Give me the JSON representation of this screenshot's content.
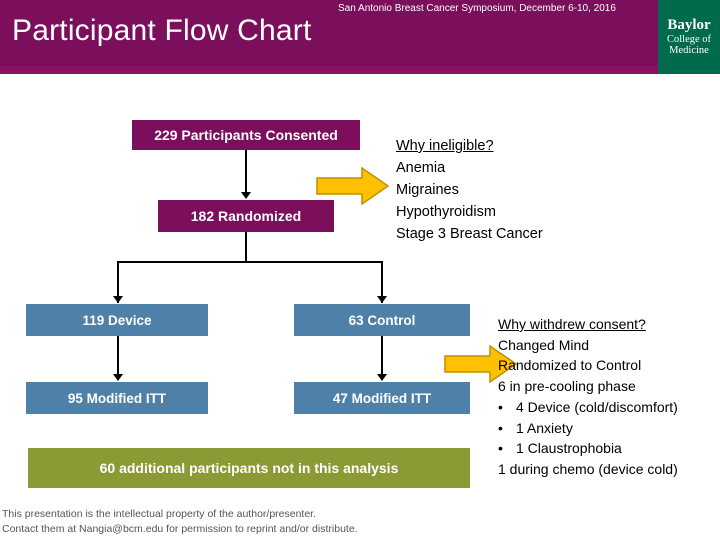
{
  "header": {
    "symposium": "San Antonio Breast Cancer Symposium, December 6-10, 2016",
    "title": "Participant Flow Chart",
    "logo": {
      "line1": "Baylor",
      "line2": "College of",
      "line3": "Medicine"
    },
    "colors": {
      "bar": "#7b0f5c",
      "logo_bg": "#006a4d"
    }
  },
  "flow": {
    "consented": "229 Participants Consented",
    "randomized": "182 Randomized",
    "device": "119 Device",
    "control": "63 Control",
    "modified_itt_device": "95 Modified ITT",
    "modified_itt_control": "47 Modified ITT",
    "additional": "60 additional participants not in this analysis",
    "colors": {
      "purple": "#7b0f5c",
      "blue": "#4f81a8",
      "olive": "#8b9a34",
      "arrow": "#ffc000",
      "arrow_border": "#bf9000"
    }
  },
  "ineligible": {
    "heading": "Why ineligible?",
    "items": [
      "Anemia",
      "Migraines",
      "Hypothyroidism",
      "Stage 3 Breast Cancer"
    ]
  },
  "withdrew": {
    "heading": "Why withdrew consent?",
    "items": [
      "Changed Mind",
      "Randomized to Control",
      "6 in pre-cooling phase"
    ],
    "bullets": [
      "4 Device (cold/discomfort)",
      "1 Anxiety",
      "1 Claustrophobia"
    ],
    "footer_item": "1 during chemo (device cold)",
    "bullet_glyph": "•"
  },
  "footer": {
    "line1": "This presentation is the intellectual property of the author/presenter.",
    "line2": "Contact them at Nangia@bcm.edu for permission to reprint and/or distribute."
  }
}
